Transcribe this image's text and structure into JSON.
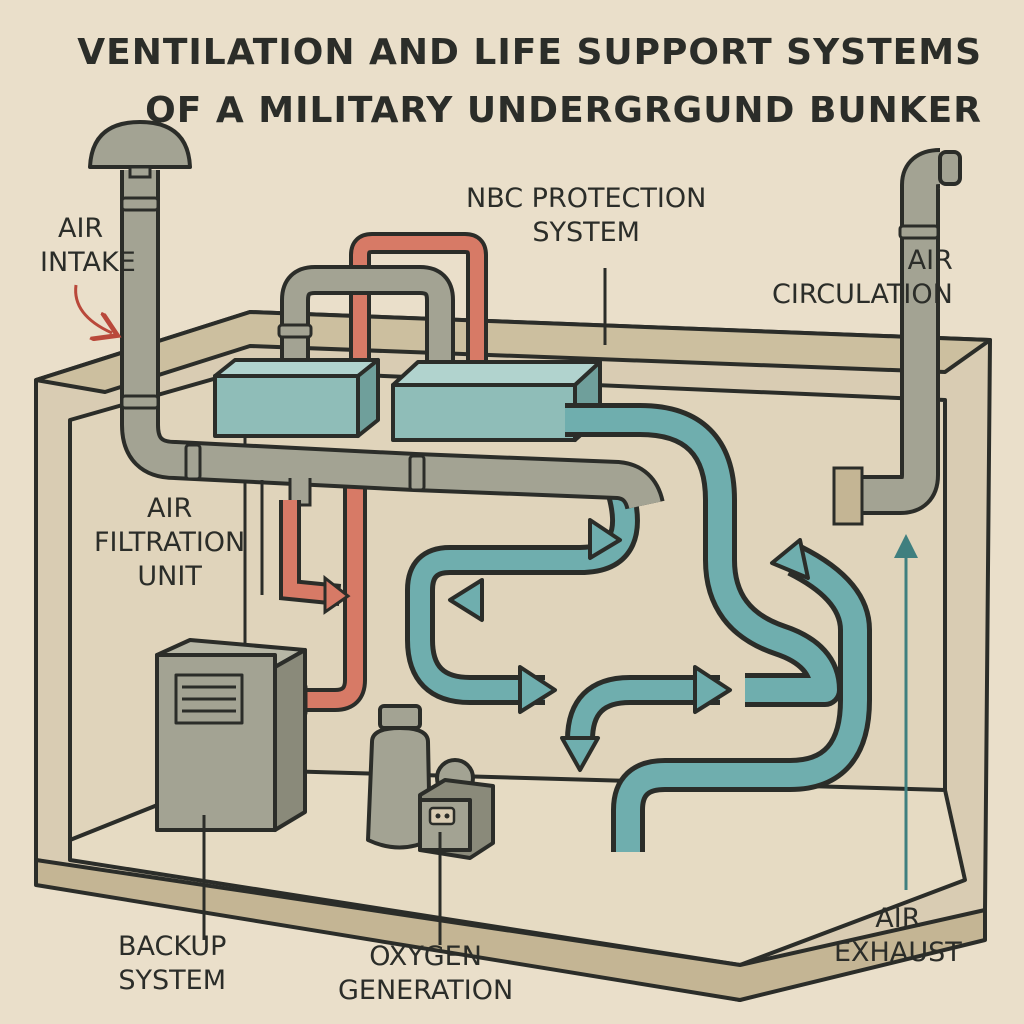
{
  "title": {
    "line1": "VENTILATION AND LIFE SUPPORT SYSTEMS",
    "line2": "OF A MILITARY UNDERGRGUND BUNKER"
  },
  "labels": {
    "air_intake": [
      "AIR",
      "INTAKE"
    ],
    "nbc_protection": [
      "NBC PROTECTION",
      "SYSTEM"
    ],
    "air_circulation": [
      "AIR",
      "CIRCULATION"
    ],
    "air_filtration": [
      "AIR",
      "FILTRATION",
      "UNIT"
    ],
    "backup_system": [
      "BACKUP",
      "SYSTEM"
    ],
    "oxygen_generation": [
      "OXYGEN",
      "GENERATION"
    ],
    "air_exhaust": [
      "AIR",
      "EXHAUST"
    ]
  },
  "colors": {
    "background": "#eadfca",
    "bunker_wall": "#d9ccb3",
    "outline": "#2b2d29",
    "pipe_gray": "#a3a393",
    "air_flow_teal": "#6faeae",
    "hot_pipe_red": "#d77a66",
    "filter_box_teal": "#8fbdb8",
    "arrow_red": "#b9483a",
    "arrow_teal": "#3f7f7f"
  },
  "icons": [
    "intake-cap-icon",
    "louver-vent-icon",
    "control-panel-icon"
  ]
}
